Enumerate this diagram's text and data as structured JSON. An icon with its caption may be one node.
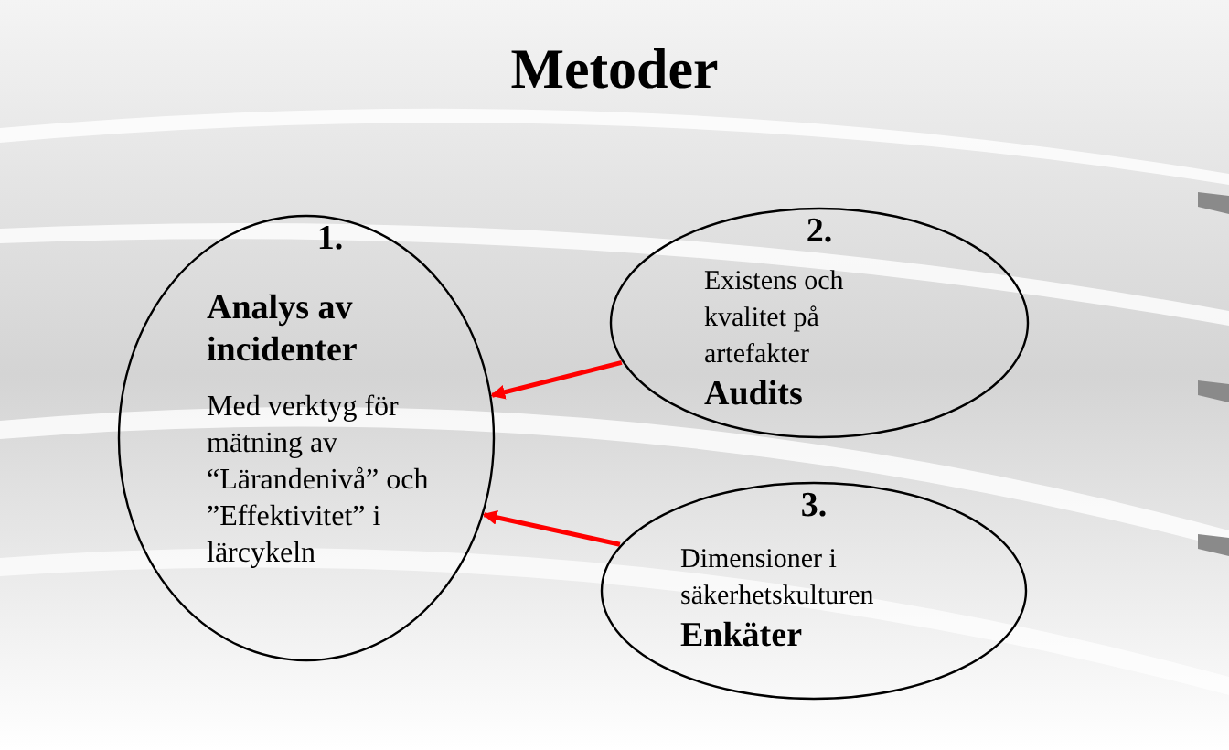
{
  "diagram": {
    "title": "Metoder",
    "nodes": [
      {
        "text": [
          "1.",
          "Analys av incidenter",
          "Med verktyg för mätning av “Lärandenivå” och ”Effektivitet” i lärcykeln"
        ]
      },
      {
        "text": [
          "2.",
          "Existens och kvalitet på artefakter",
          "Audits"
        ]
      },
      {
        "text": [
          "3.",
          "Dimensioner i säkerhetskulturen",
          "Enkäter"
        ]
      }
    ],
    "edges": [
      {
        "from": 1,
        "to": 0,
        "arrow": "to",
        "color": "#ff0000"
      },
      {
        "from": 2,
        "to": 0,
        "arrow": "to",
        "color": "#ff0000"
      }
    ]
  }
}
